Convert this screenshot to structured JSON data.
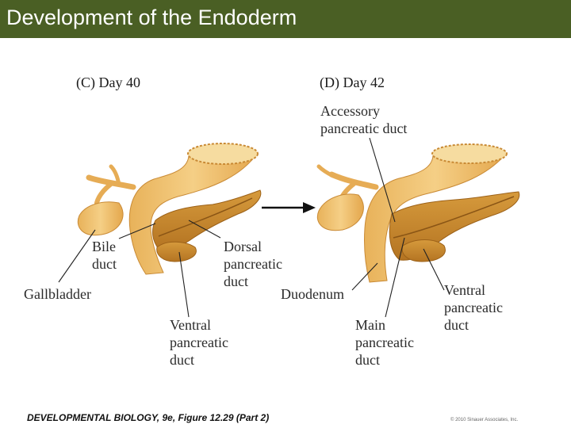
{
  "slide": {
    "title": "Development of the Endoderm",
    "colors": {
      "title_bar": "#4a5f24",
      "title_text": "#ffffff",
      "organ": "#f0c070",
      "pancreas": "#c9892b",
      "leader": "#222222"
    }
  },
  "panel_c": {
    "heading": "(C)  Day 40",
    "labels": {
      "bile_1": "Bile",
      "bile_2": "duct",
      "gallbladder": "Gallbladder",
      "dorsal_1": "Dorsal",
      "dorsal_2": "pancreatic",
      "dorsal_3": "duct",
      "ventral_1": "Ventral",
      "ventral_2": "pancreatic",
      "ventral_3": "duct"
    }
  },
  "panel_d": {
    "heading": "(D)  Day 42",
    "labels": {
      "accessory_1": "Accessory",
      "accessory_2": "pancreatic duct",
      "duodenum": "Duodenum",
      "main_1": "Main",
      "main_2": "pancreatic",
      "main_3": "duct",
      "ventral_1": "Ventral",
      "ventral_2": "pancreatic",
      "ventral_3": "duct"
    }
  },
  "footer": {
    "credit": "DEVELOPMENTAL BIOLOGY, 9e, Figure 12.29 (Part 2)",
    "copyright": "© 2010 Sinauer Associates, Inc."
  }
}
